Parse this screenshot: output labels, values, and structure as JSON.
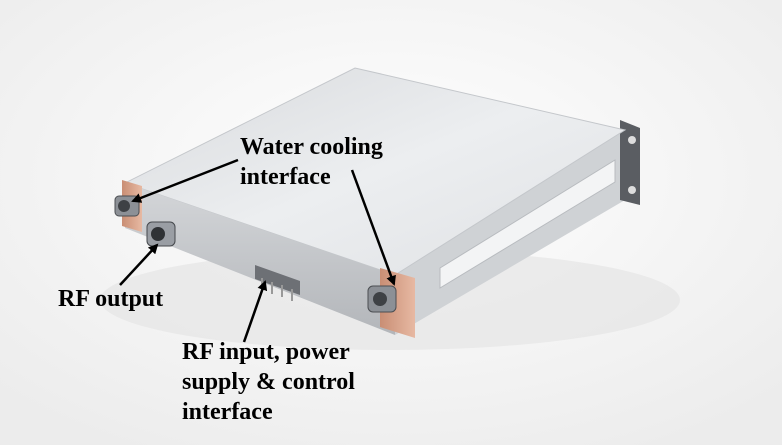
{
  "labels": {
    "water_cooling": [
      "Water cooling",
      "interface"
    ],
    "rf_output": "RF output",
    "rf_input": [
      "RF input, power",
      "supply & control",
      "interface"
    ]
  },
  "colors": {
    "chassis_top": "#e4e6e8",
    "chassis_front": "#c9ccd0",
    "copper": "#d9a58c",
    "arrow": "#000000"
  }
}
